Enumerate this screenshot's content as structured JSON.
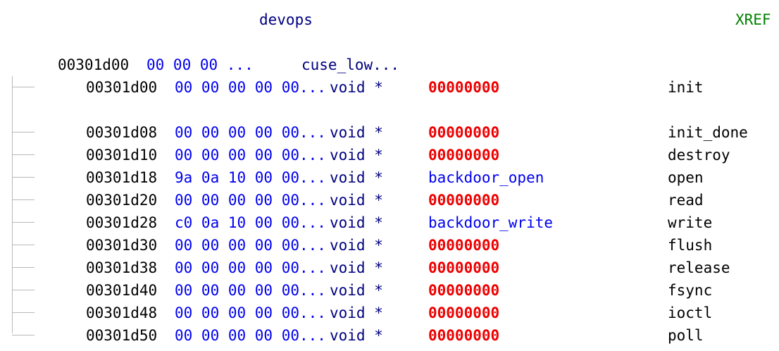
{
  "header": {
    "label": "devops",
    "xref": "XREF"
  },
  "struct": {
    "address": "00301d00",
    "bytes": "00 00 00 ...",
    "type": "cuse_low..."
  },
  "rows": [
    {
      "address": "00301d00",
      "bytes": "00 00 00 00 00...",
      "type": "void *",
      "value": "00000000",
      "value_kind": "null",
      "field": "init"
    },
    {
      "address": "00301d08",
      "bytes": "00 00 00 00 00...",
      "type": "void *",
      "value": "00000000",
      "value_kind": "null",
      "field": "init_done"
    },
    {
      "address": "00301d10",
      "bytes": "00 00 00 00 00...",
      "type": "void *",
      "value": "00000000",
      "value_kind": "null",
      "field": "destroy"
    },
    {
      "address": "00301d18",
      "bytes": "9a 0a 10 00 00...",
      "type": "void *",
      "value": "backdoor_open",
      "value_kind": "symbol",
      "field": "open"
    },
    {
      "address": "00301d20",
      "bytes": "00 00 00 00 00...",
      "type": "void *",
      "value": "00000000",
      "value_kind": "null",
      "field": "read"
    },
    {
      "address": "00301d28",
      "bytes": "c0 0a 10 00 00...",
      "type": "void *",
      "value": "backdoor_write",
      "value_kind": "symbol",
      "field": "write"
    },
    {
      "address": "00301d30",
      "bytes": "00 00 00 00 00...",
      "type": "void *",
      "value": "00000000",
      "value_kind": "null",
      "field": "flush"
    },
    {
      "address": "00301d38",
      "bytes": "00 00 00 00 00...",
      "type": "void *",
      "value": "00000000",
      "value_kind": "null",
      "field": "release"
    },
    {
      "address": "00301d40",
      "bytes": "00 00 00 00 00...",
      "type": "void *",
      "value": "00000000",
      "value_kind": "null",
      "field": "fsync"
    },
    {
      "address": "00301d48",
      "bytes": "00 00 00 00 00...",
      "type": "void *",
      "value": "00000000",
      "value_kind": "null",
      "field": "ioctl"
    },
    {
      "address": "00301d50",
      "bytes": "00 00 00 00 00...",
      "type": "void *",
      "value": "00000000",
      "value_kind": "null",
      "field": "poll"
    }
  ],
  "colors": {
    "label": "#000080",
    "xref": "#008000",
    "bytes": "#0000ee",
    "null_value": "#ee0000",
    "symbol_value": "#0000ee",
    "type": "#000080"
  }
}
